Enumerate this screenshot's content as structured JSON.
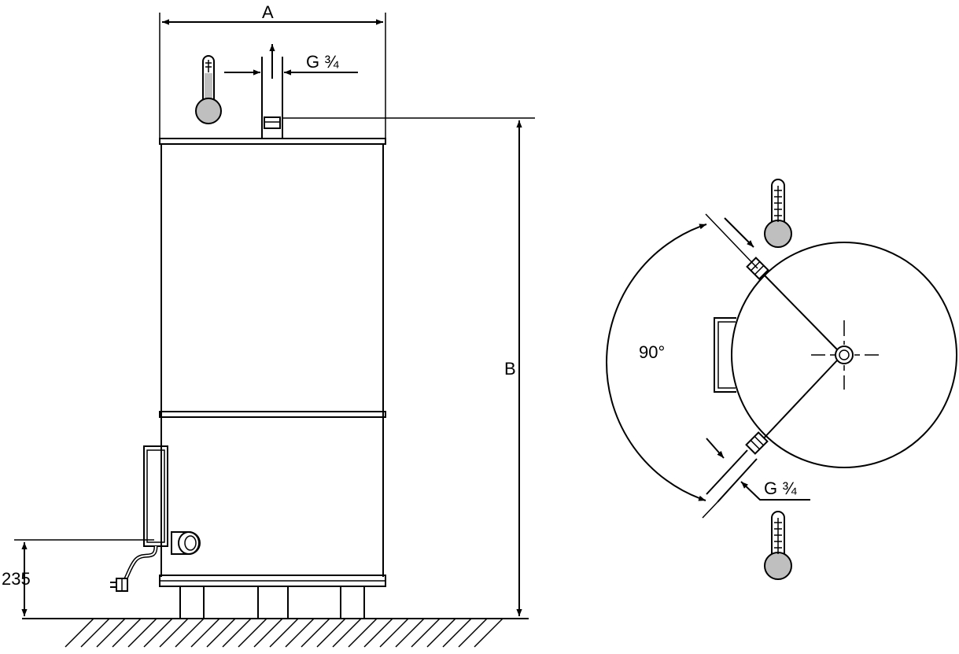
{
  "labels": {
    "dim_a": "A",
    "dim_b": "B",
    "dim_235": "235",
    "thread_top": "G ¾",
    "thread_side": "G ¾",
    "angle": "90°"
  },
  "colors": {
    "line": "#000000",
    "thermometer_fill": "#c0c0c0",
    "background": "#ffffff"
  },
  "icons": [
    "thermometer-icon",
    "power-plug-icon",
    "floor-hatch"
  ]
}
